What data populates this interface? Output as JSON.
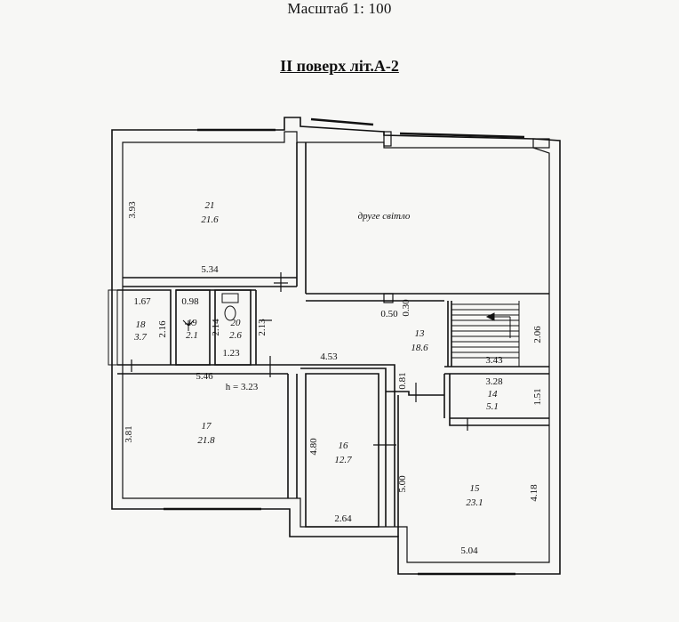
{
  "header": {
    "scale": "Масштаб 1: 100",
    "title": "II поверх літ.А-2"
  },
  "plan": {
    "second_light": "друге світло",
    "height_note": "h = 3.23",
    "rooms": [
      {
        "num": "21",
        "area": "21.6"
      },
      {
        "num": "18",
        "area": "3.7"
      },
      {
        "num": "19",
        "area": "2.1"
      },
      {
        "num": "20",
        "area": "2.6"
      },
      {
        "num": "13",
        "area": "18.6"
      },
      {
        "num": "14",
        "area": "5.1"
      },
      {
        "num": "17",
        "area": "21.8"
      },
      {
        "num": "16",
        "area": "12.7"
      },
      {
        "num": "15",
        "area": "23.1"
      }
    ],
    "dimensions": [
      "3.93",
      "5.34",
      "1.67",
      "0.98",
      "2.16",
      "2.14",
      "2.13",
      "1.23",
      "0.50",
      "0.30",
      "2.06",
      "4.53",
      "3.43",
      "5.46",
      "3.28",
      "0.81",
      "1.51",
      "3.81",
      "4.80",
      "5.00",
      "4.18",
      "2.64",
      "5.04"
    ]
  }
}
